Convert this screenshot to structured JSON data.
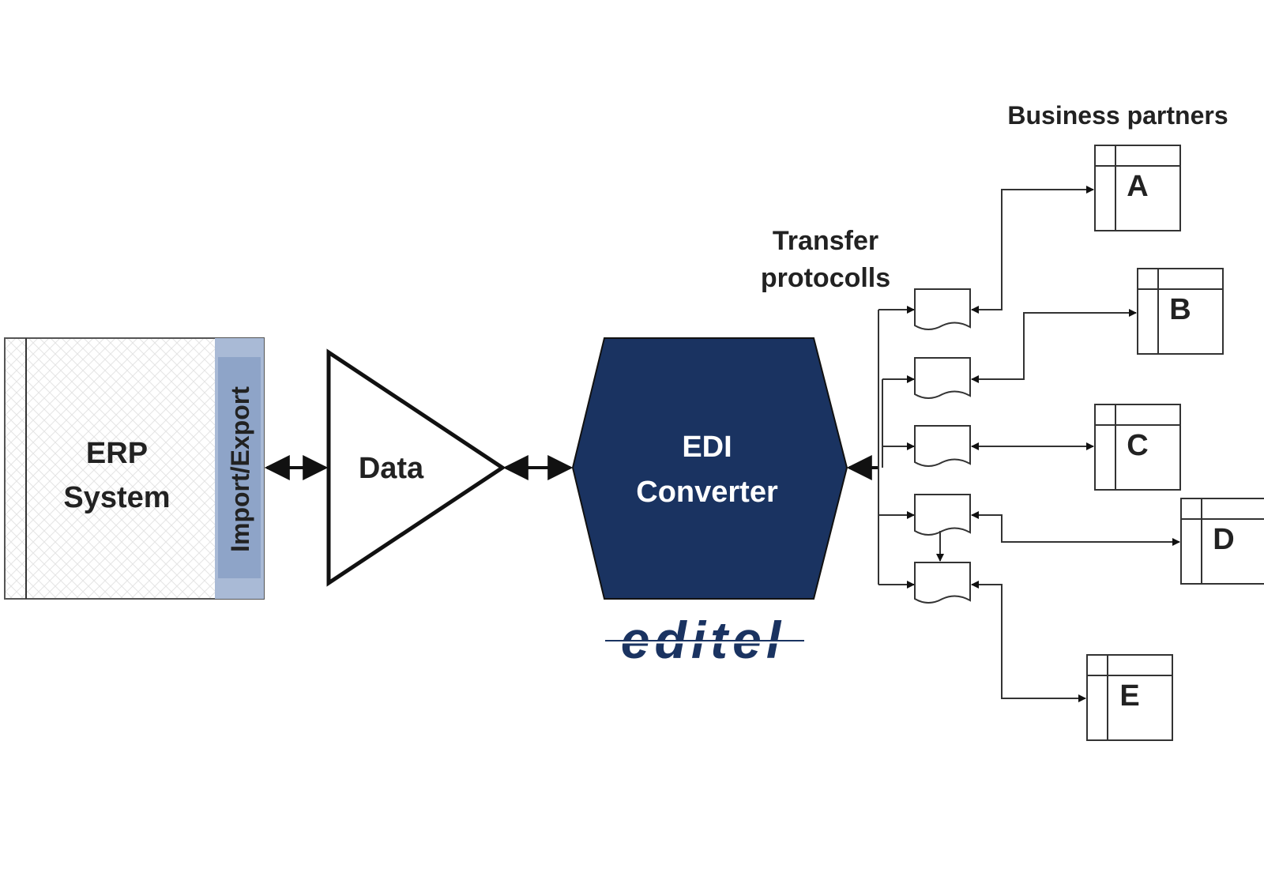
{
  "diagram": {
    "erp": {
      "line1": "ERP",
      "line2": "System",
      "side_label": "Import/Export"
    },
    "data_label": "Data",
    "converter": {
      "line1": "EDI",
      "line2": "Converter"
    },
    "logo": "editel",
    "transfer_label": {
      "line1": "Transfer",
      "line2": "protocolls"
    },
    "partners_title": "Business partners",
    "partners": [
      "A",
      "B",
      "C",
      "D",
      "E"
    ],
    "colors": {
      "converter_fill": "#1a3361",
      "import_export_fill": "#8ea4c8",
      "logo": "#1a3361",
      "line": "#222222"
    }
  }
}
